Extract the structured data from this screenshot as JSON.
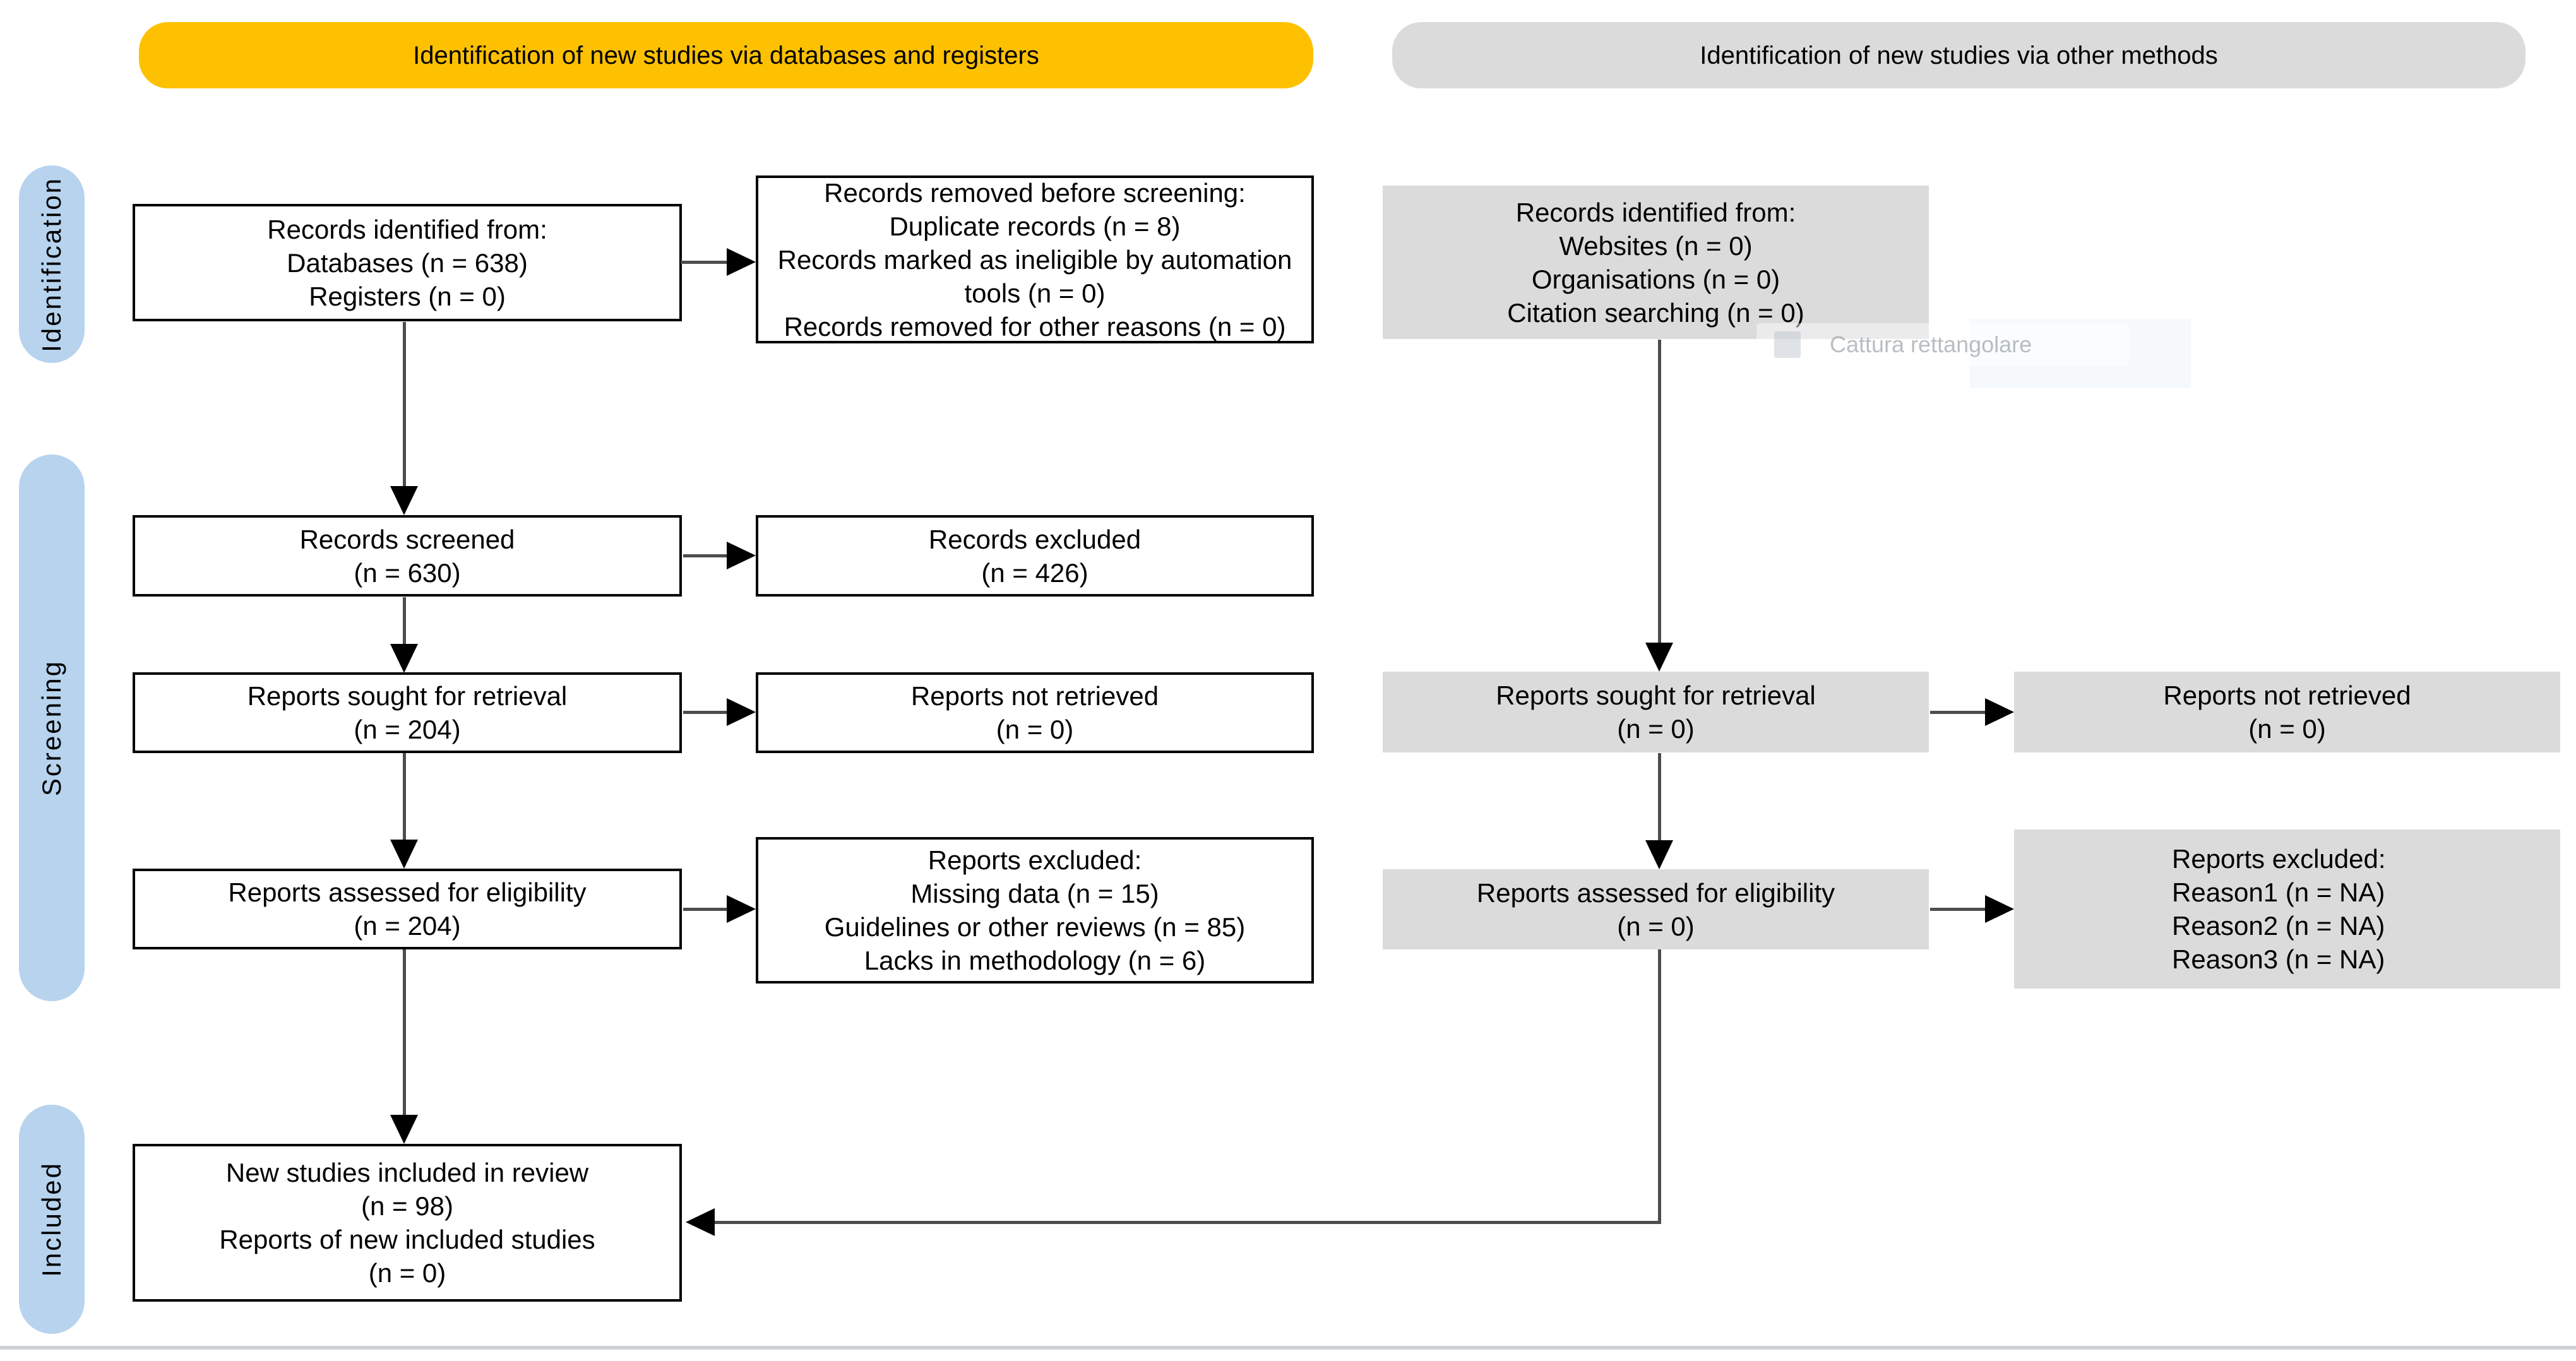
{
  "banners": {
    "databases": "Identification of new studies via databases and registers",
    "other_methods": "Identification of new studies via other methods"
  },
  "stages": {
    "identification": "Identification",
    "screening": "Screening",
    "included": "Included"
  },
  "left_flow": {
    "identified": {
      "l1": "Records identified from:",
      "l2": "Databases (n = 638)",
      "l3": "Registers (n = 0)"
    },
    "removed": {
      "l1": "Records removed before screening:",
      "l2": "Duplicate records (n = 8)",
      "l3": "Records marked as ineligible by automation tools (n = 0)",
      "l4": "Records removed for other reasons (n = 0)"
    },
    "screened": {
      "l1": "Records screened",
      "l2": "(n = 630)"
    },
    "records_excluded": {
      "l1": "Records excluded",
      "l2": "(n = 426)"
    },
    "sought": {
      "l1": "Reports sought for retrieval",
      "l2": "(n = 204)"
    },
    "not_retrieved": {
      "l1": "Reports not retrieved",
      "l2": "(n = 0)"
    },
    "assessed": {
      "l1": "Reports assessed for eligibility",
      "l2": "(n = 204)"
    },
    "reports_excluded": {
      "l1": "Reports excluded:",
      "l2": "Missing data (n = 15)",
      "l3": "Guidelines or other reviews (n = 85)",
      "l4": "Lacks in methodology (n = 6)"
    },
    "included": {
      "l1": "New studies included in review",
      "l2": "(n = 98)",
      "l3": "Reports of new included studies",
      "l4": "(n = 0)"
    }
  },
  "right_flow": {
    "identified": {
      "l1": "Records identified from:",
      "l2": "Websites (n = 0)",
      "l3": "Organisations (n = 0)",
      "l4": "Citation searching (n = 0)"
    },
    "sought": {
      "l1": "Reports sought for retrieval",
      "l2": "(n = 0)"
    },
    "not_retrieved": {
      "l1": "Reports not retrieved",
      "l2": "(n = 0)"
    },
    "assessed": {
      "l1": "Reports assessed for eligibility",
      "l2": "(n = 0)"
    },
    "reports_excluded": {
      "l1": "Reports excluded:",
      "l2": "Reason1 (n = NA)",
      "l3": "Reason2 (n = NA)",
      "l4": "Reason3 (n = NA)"
    }
  },
  "overlay_artifact": {
    "tooltip_label": "Cattura rettangolare"
  },
  "colors": {
    "banner_yellow": "#FDC101",
    "banner_gray": "#DBDBDB",
    "stage_blue": "#B7D3EE",
    "gray_box": "#DBDBDB",
    "line": "#4d4d4d",
    "arrowhead": "#000000"
  }
}
